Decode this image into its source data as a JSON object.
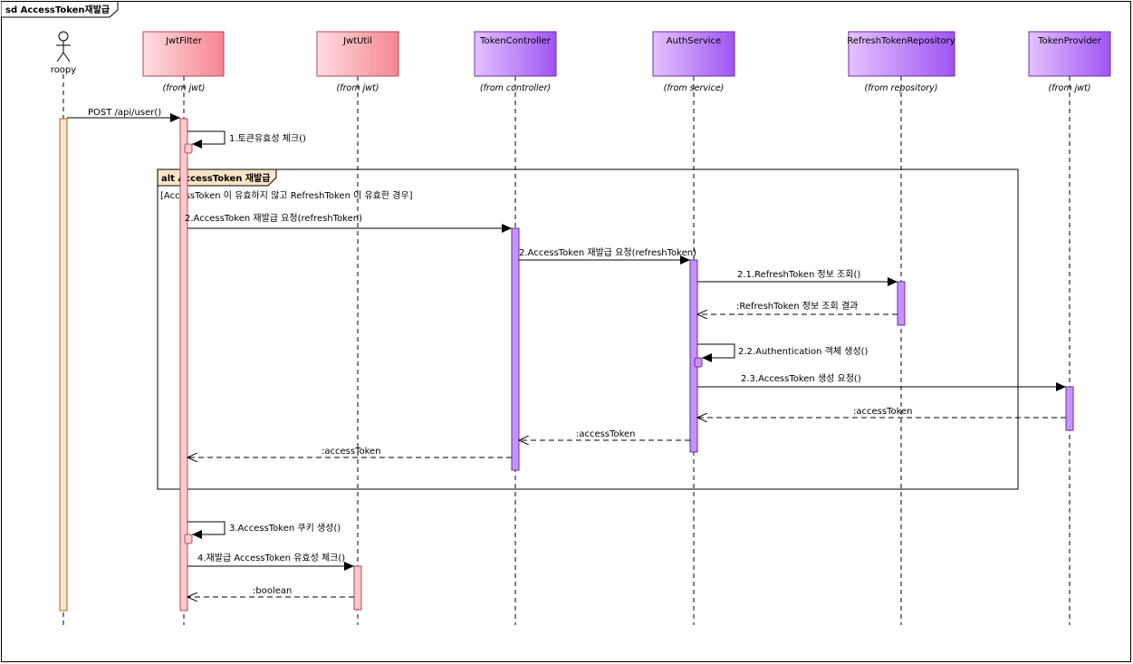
{
  "frame_title": "sd AccessToken재발급",
  "actor": {
    "name": "roopy"
  },
  "participants": [
    {
      "name": "JwtFilter",
      "origin": "(from jwt)",
      "kind": "pink"
    },
    {
      "name": "JwtUtil",
      "origin": "(from jwt)",
      "kind": "pink"
    },
    {
      "name": "TokenController",
      "origin": "(from controller)",
      "kind": "purple"
    },
    {
      "name": "AuthService",
      "origin": "(from service)",
      "kind": "purple"
    },
    {
      "name": "RefreshTokenRepository",
      "origin": "(from repository)",
      "kind": "purple"
    },
    {
      "name": "TokenProvider",
      "origin": "(from jwt)",
      "kind": "purple"
    }
  ],
  "alt": {
    "label": "alt AccessToken 재발급",
    "guard": "[AccessToken 이 유효하지 않고 RefreshToken 이 유효한 경우]"
  },
  "messages": [
    {
      "text": "POST /api/user()",
      "type": "call"
    },
    {
      "text": "1.토큰유효성 체크()",
      "type": "self"
    },
    {
      "text": "2.AccessToken 재발급 요청(refreshToken)",
      "type": "call"
    },
    {
      "text": "2.AccessToken 재발급 요청(refreshToken)",
      "type": "call"
    },
    {
      "text": "2.1.RefreshToken 정보 조회()",
      "type": "call"
    },
    {
      "text": ":RefreshToken 정보 조회 결과",
      "type": "return"
    },
    {
      "text": "2.2.Authentication 객체 생성()",
      "type": "self"
    },
    {
      "text": "2.3.AccessToken 생성 요청()",
      "type": "call"
    },
    {
      "text": ":accessToken",
      "type": "return"
    },
    {
      "text": ":accessToken",
      "type": "return"
    },
    {
      "text": ":accessToken",
      "type": "return"
    },
    {
      "text": "3.AccessToken 쿠키 생성()",
      "type": "self"
    },
    {
      "text": "4.재발급 AccessToken 유효성 체크()",
      "type": "call"
    },
    {
      "text": ":boolean",
      "type": "return"
    }
  ],
  "colors": {
    "pink_light": "#ffd6da",
    "pink_dark": "#f4838f",
    "purple_light": "#dcb0ff",
    "purple_dark": "#a45cf5",
    "actor_bar": "#fde4c6",
    "alt_tab": "#fde4c6"
  }
}
